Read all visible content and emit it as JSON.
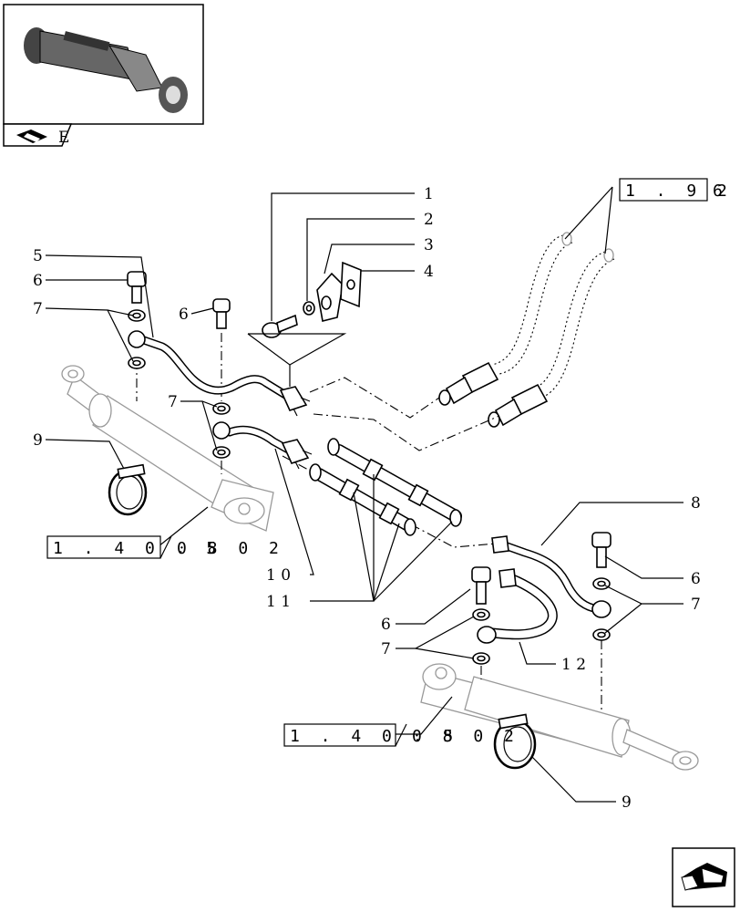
{
  "callouts": {
    "c1": "1",
    "c2": "2",
    "c3": "3",
    "c4": "4",
    "c5": "5",
    "c6a": "6",
    "c6b": "6",
    "c6c": "6",
    "c6d": "6",
    "c7a": "7",
    "c7b": "7",
    "c7c": "7",
    "c7d": "7",
    "c8": "8",
    "c9a": "9",
    "c9b": "9",
    "c10": "1 0",
    "c11": "1 1",
    "c12": "1 2"
  },
  "references": {
    "r1_box": "1 . 9 2 .",
    "r1_tail": "6 3",
    "r2_box": "1 . 4 0 . 5",
    "r2_tail": "0 8   0 2",
    "r3_box": "1 . 4 0 . 5",
    "r3_tail": "0 8   0 2"
  },
  "thumbnail": {
    "label": "E"
  },
  "colors": {
    "line": "#000000",
    "ghost": "#999999",
    "background": "#ffffff"
  }
}
